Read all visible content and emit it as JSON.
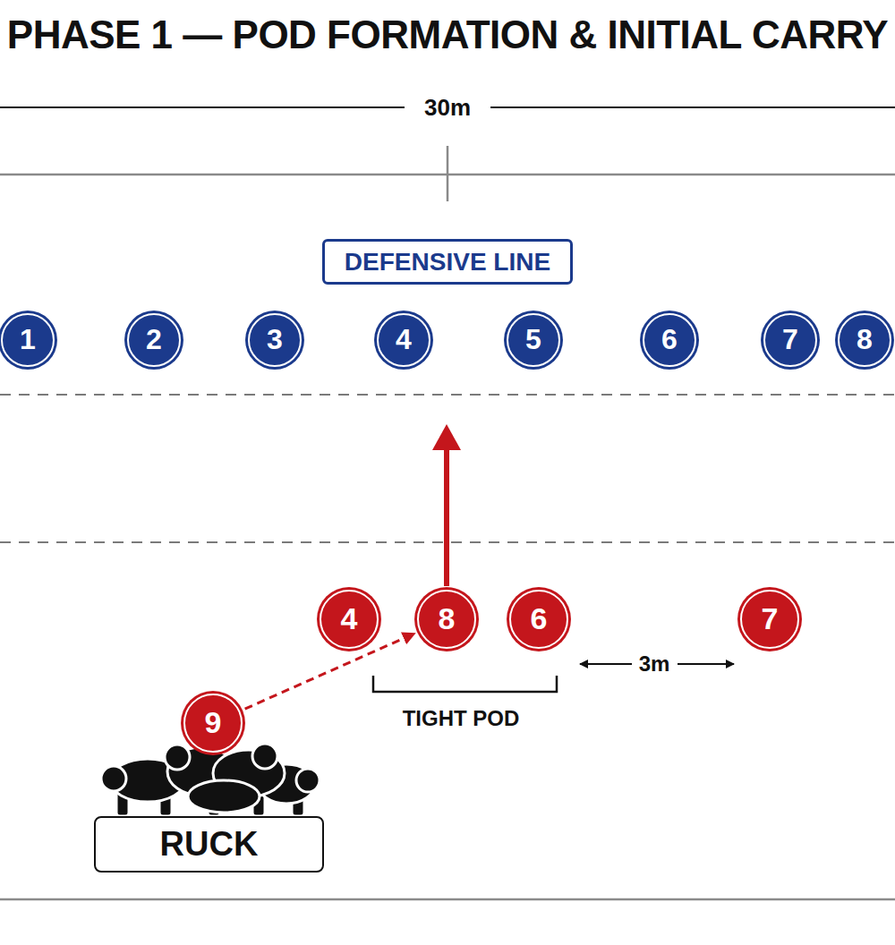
{
  "diagram": {
    "title": "PHASE 1 — POD FORMATION & INITIAL CARRY",
    "nodes": [
      {
        "text": [
          "DEFENSIVE LINE"
        ]
      },
      {
        "text": [
          "1"
        ]
      },
      {
        "text": [
          "2"
        ]
      },
      {
        "text": [
          "3"
        ]
      },
      {
        "text": [
          "4"
        ]
      },
      {
        "text": [
          "5"
        ]
      },
      {
        "text": [
          "6"
        ]
      },
      {
        "text": [
          "7"
        ]
      },
      {
        "text": [
          "8"
        ]
      },
      {
        "text": [
          "4"
        ]
      },
      {
        "text": [
          "8"
        ]
      },
      {
        "text": [
          "6"
        ]
      },
      {
        "text": [
          "7"
        ]
      },
      {
        "text": [
          "9"
        ]
      },
      {
        "text": [
          "RUCK"
        ]
      }
    ],
    "edges": [
      {
        "from": 13,
        "to": 10,
        "arrow": "to"
      }
    ],
    "labels": [
      "30m",
      "3m",
      "TIGHT POD"
    ]
  }
}
